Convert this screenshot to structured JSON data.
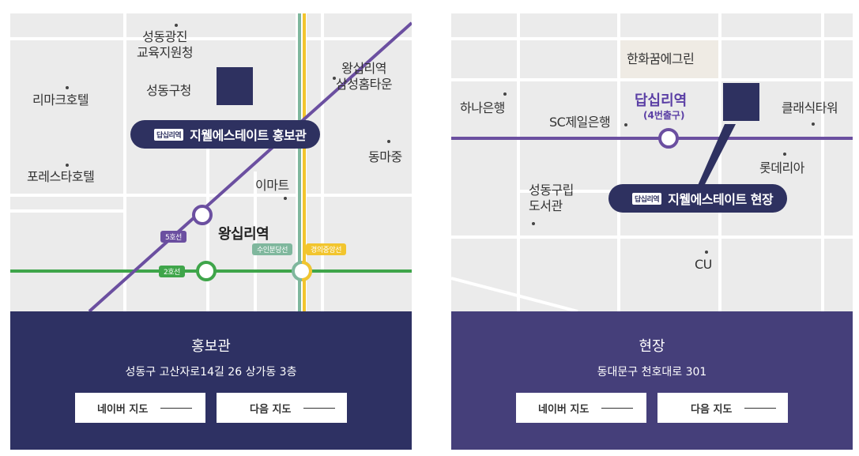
{
  "left": {
    "places": {
      "seongdong_edu": "성동광진\n교육지원청",
      "seongdong_gu": "성동구청",
      "rimark": "리마크호텔",
      "forest": "포레스타호텔",
      "wangsimni_samsung": "왕십리역\n삼성홈타운",
      "dongmajung": "동마중",
      "emart": "이마트"
    },
    "station": "왕십리역",
    "lines": {
      "line5": "5호선",
      "line2": "2호선",
      "suin": "수인분당선",
      "gyeongui": "경의중앙선"
    },
    "pill": {
      "badge": "답십리역",
      "name": "지웰에스테이트 홍보관"
    },
    "info": {
      "title": "홍보관",
      "address": "성동구 고산자로14길 26 상가동 3층"
    },
    "buttons": {
      "naver": "네이버 지도",
      "daum": "다음 지도"
    },
    "colors": {
      "line5": "#6b4fa0",
      "line2": "#3fa54a",
      "suin": "#7fb79d",
      "gyeongui": "#f2c52e",
      "navy": "#2e3163"
    }
  },
  "right": {
    "places": {
      "hanwha": "한화꿈에그린",
      "hana": "하나은행",
      "sc": "SC제일은행",
      "classic": "클래식타워",
      "lotteria": "롯데리아",
      "library": "성동구립\n도서관",
      "cu": "CU"
    },
    "station": "답십리역",
    "exit": "(4번출구)",
    "pill": {
      "badge": "답십리역",
      "name": "지웰에스테이트 현장"
    },
    "info": {
      "title": "현장",
      "address": "동대문구 천호대로 301"
    },
    "buttons": {
      "naver": "네이버 지도",
      "daum": "다음 지도"
    },
    "colors": {
      "line5": "#6b4fa0",
      "purple": "#453f7a"
    }
  }
}
